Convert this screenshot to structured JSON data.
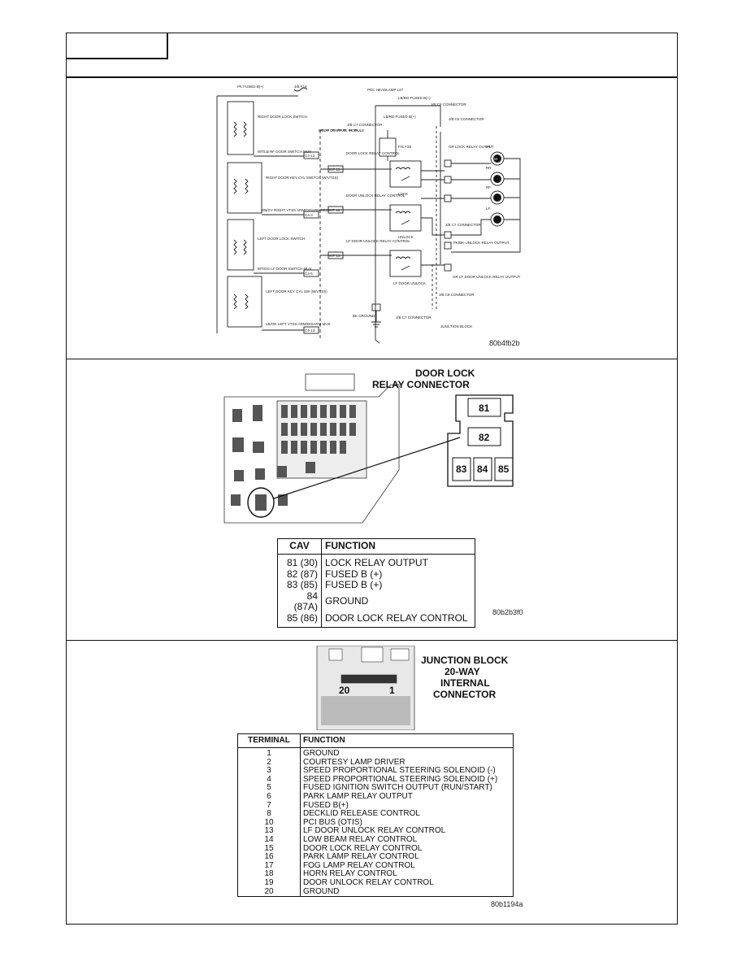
{
  "figure1": {
    "code": "80b4fb2b",
    "labels": {
      "pk_fused": "PK FUSED B(+)",
      "jb_f19": "J/B F19",
      "pdc": "PDC HEADLAMP L07",
      "lb_rd_fused": "LB/RD FUSED B(+)",
      "jb_c8": "J/B C8 CONNECTOR",
      "lb_rd_fused2": "LB/RD FUSED B(+)",
      "jb_c7": "J/B C7 CONNECTOR",
      "jb_c6": "J/B C6 CONNECTOR",
      "bcm": "BODY CONTROL MODULE",
      "right_door_lock_switch": "RIGHT DOOR LOCK SWITCH",
      "wt_lb": "WT/LB RF DOOR SWITCH MUX",
      "right_door_key_cyl": "RIGHT DOOR KEY CYL SWITCH (W/VTSS)",
      "db_gy": "DB/GY RIGHT VTSS ARM/DISARM MUX",
      "left_door_lock_switch": "LEFT DOOR LOCK SWITCH",
      "wt_dg": "WT/DG LF DOOR SWITCH MUX",
      "left_door_key_cyl": "LEFT DOOR KEY CYL SW (W/VTSS)",
      "lb_or": "LB/OR LEFT VTSS ARM/DISARM MUX",
      "door_lock_relay_control": "DOOR LOCK RELAY CONTROL",
      "door_unlock_relay_control": "DOOR UNLOCK RELAY CONTROL",
      "lf_door_unlock_relay_control": "LF DOOR UNLOCK RELAY CONTROL",
      "lock": "LOCK",
      "unlock": "UNLOCK",
      "lf_door_unlock": "LF DOOR UNLOCK",
      "gr_lock_relay_output": "GR LOCK RELAY OUTPUT",
      "pk_bk_unlock": "PK/BK UNLOCK RELAY OUTPUT",
      "jb_c7_conn": "J/B C7 CONNECTOR",
      "or_lf_door": "OR LF DOOR UNLOCK RELAY OUTPUT",
      "jb_c8_conn": "J/B C8 CONNECTOR",
      "bk_ground": "BK GROUND",
      "jb_c7_conn2": "J/B C7 CONNECTOR",
      "junction_block": "JUNCTION BLOCK",
      "motor_lr": "LR",
      "motor_rr": "RR",
      "motor_rf": "RF",
      "motor_lf": "LF",
      "m": "M",
      "fuse": "F/S F25",
      "c4_12": "C4-12",
      "c4_3": "C4-3",
      "c4_5": "C4-5",
      "c4_13": "C4-13",
      "int15": "INT 15",
      "int19": "INT 19",
      "int13": "INT 13"
    }
  },
  "figure2": {
    "title_line1": "DOOR LOCK",
    "title_line2": "RELAY CONNECTOR",
    "code": "80b2b3f0",
    "pins": [
      "81",
      "82",
      "83",
      "84",
      "85"
    ],
    "headers": [
      "CAV",
      "FUNCTION"
    ],
    "rows": [
      [
        "81 (30)",
        "LOCK RELAY OUTPUT"
      ],
      [
        "82 (87)",
        "FUSED B (+)"
      ],
      [
        "83 (85)",
        "FUSED B (+)"
      ],
      [
        "84 (87A)",
        "GROUND"
      ],
      [
        "85 (86)",
        "DOOR LOCK RELAY CONTROL"
      ]
    ]
  },
  "figure3": {
    "title_line1": "JUNCTION BLOCK",
    "title_line2": "20-WAY",
    "title_line3": "INTERNAL",
    "title_line4": "CONNECTOR",
    "pin_left": "20",
    "pin_right": "1",
    "code": "80b1194a",
    "headers": [
      "TERMINAL",
      "FUNCTION"
    ],
    "rows": [
      [
        "1",
        "GROUND"
      ],
      [
        "2",
        "COURTESY LAMP DRIVER"
      ],
      [
        "3",
        "SPEED PROPORTIONAL STEERING SOLENOID (-)"
      ],
      [
        "4",
        "SPEED PROPORTIONAL STEERING SOLENOID (+)"
      ],
      [
        "5",
        "FUSED IGNITION SWITCH OUTPUT (RUN/START)"
      ],
      [
        "6",
        "PARK LAMP RELAY OUTPUT"
      ],
      [
        "7",
        "FUSED B(+)"
      ],
      [
        "8",
        "DECKLID RELEASE CONTROL"
      ],
      [
        "10",
        "PCI BUS (OTIS)"
      ],
      [
        "13",
        "LF DOOR UNLOCK RELAY CONTROL"
      ],
      [
        "14",
        "LOW BEAM RELAY CONTROL"
      ],
      [
        "15",
        "DOOR LOCK RELAY CONTROL"
      ],
      [
        "16",
        "PARK LAMP RELAY CONTROL"
      ],
      [
        "17",
        "FOG LAMP RELAY CONTROL"
      ],
      [
        "18",
        "HORN RELAY CONTROL"
      ],
      [
        "19",
        "DOOR UNLOCK RELAY CONTROL"
      ],
      [
        "20",
        "GROUND"
      ]
    ]
  }
}
